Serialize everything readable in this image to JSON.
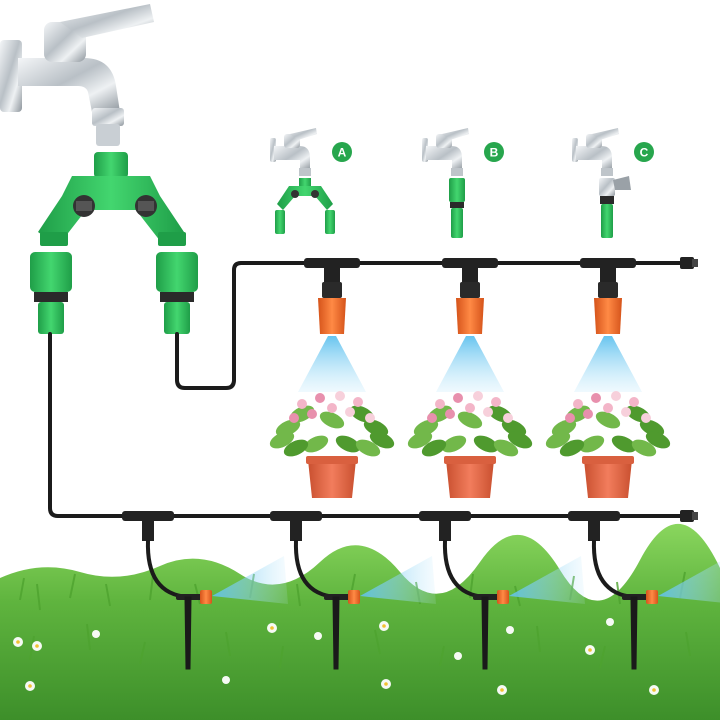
{
  "options": [
    {
      "label": "A",
      "type": "double-y-splitter"
    },
    {
      "label": "B",
      "type": "straight-adapter"
    },
    {
      "label": "C",
      "type": "valve-adapter"
    }
  ],
  "colors": {
    "connector_green": "#2fbf5a",
    "connector_dark": "#1a8a3e",
    "tubing": "#1b1b1b",
    "nozzle_orange": "#ef6a25",
    "badge_green": "#27a64d",
    "spray_blue": "#8fd3f3",
    "pot_terracotta": "#e86b4c",
    "grass": "#6cc04a"
  },
  "icons": [
    "faucet-icon",
    "y-splitter-icon",
    "tee-connector-icon",
    "mist-nozzle-icon",
    "stake-sprinkler-icon",
    "end-plug-icon",
    "potted-plant-icon"
  ]
}
